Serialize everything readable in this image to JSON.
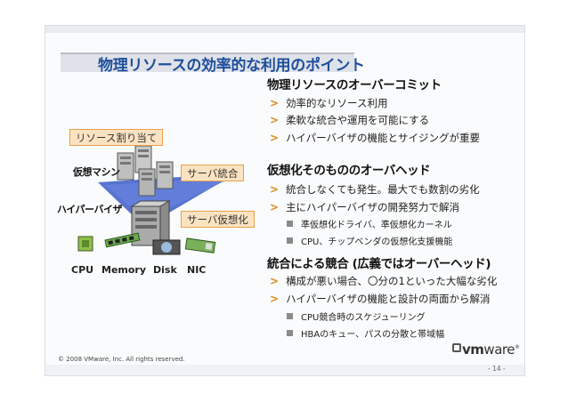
{
  "slide": {
    "title": "物理リソースの効率的な利用のポイント",
    "copyright": "© 2008 VMware, Inc. All rights reserved.",
    "page_number": "- 14 -",
    "logo": {
      "vm": "vm",
      "rest": "ware",
      "mark": "®"
    }
  },
  "diagram": {
    "callouts": {
      "resource_allocation": "リソース割り当て",
      "server_consolidation": "サーバ統合",
      "server_virtualization": "サーバ仮想化"
    },
    "labels": {
      "virtual_machine": "仮想マシン",
      "hypervisor": "ハイパーバイザ"
    },
    "hardware": [
      "CPU",
      "Memory",
      "Disk",
      "NIC"
    ]
  },
  "sections": [
    {
      "heading": "物理リソースのオーバーコミット",
      "bullets": [
        "効率的なリソース利用",
        "柔軟な統合や運用を可能にする",
        "ハイパーバイザの機能とサイジングが重要"
      ],
      "sub_bullets": []
    },
    {
      "heading": "仮想化そのもののオーバヘッド",
      "bullets": [
        "統合しなくても発生。最大でも数割の劣化",
        "主にハイパーバイザの開発努力で解消"
      ],
      "sub_bullets": [
        "準仮想化ドライバ、準仮想化カーネル",
        "CPU、チップベンダの仮想化支援機能"
      ]
    },
    {
      "heading": "統合による競合 (広義ではオーバーヘッド)",
      "bullets": [
        "構成が悪い場合、〇分の1といった大幅な劣化",
        "ハイパーバイザの機能と設計の両面から解消"
      ],
      "sub_bullets": [
        "CPU競合時のスケジューリング",
        "HBAのキュー、パスの分散と帯域幅"
      ]
    }
  ]
}
